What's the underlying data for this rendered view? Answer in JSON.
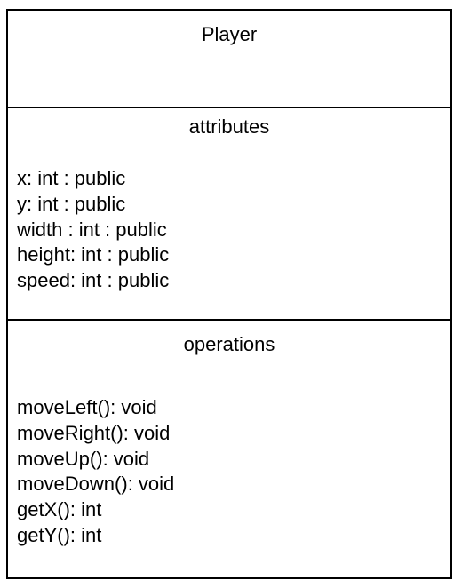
{
  "class_box": {
    "name": "Player",
    "attributes_title": "attributes",
    "attributes": [
      "x: int : public",
      "y: int : public",
      "width : int : public",
      "height: int : public",
      "speed: int : public"
    ],
    "operations_title": "operations",
    "operations": [
      "moveLeft(): void",
      "moveRight(): void",
      "moveUp(): void",
      "moveDown(): void",
      "getX(): int",
      "getY(): int"
    ]
  },
  "colors": {
    "border": "#000000",
    "background": "#ffffff",
    "text": "#000000"
  }
}
